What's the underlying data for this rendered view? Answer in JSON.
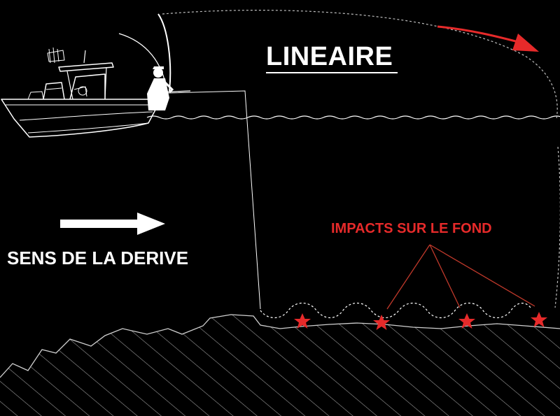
{
  "diagram": {
    "title": "LINEAIRE",
    "drift_label": "SENS DE LA DERIVE",
    "impacts_label": "IMPACTS SUR LE FOND"
  },
  "colors": {
    "background": "#000000",
    "line": "#ffffff",
    "accent": "#e62a2a"
  },
  "icons": {
    "boat": "center-console-boat-icon",
    "angler": "angler-icon",
    "impact": "star-icon"
  },
  "impacts": {
    "count": 4
  }
}
